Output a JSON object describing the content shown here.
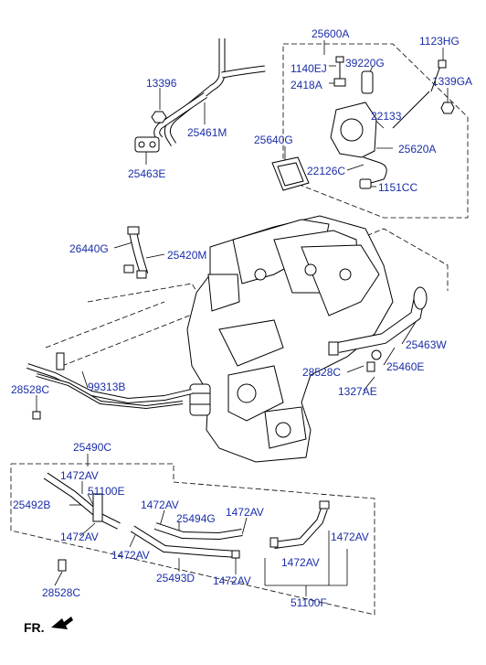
{
  "labels": {
    "p25600A": "25600A",
    "p1123HG": "1123HG",
    "p1140EJ": "1140EJ",
    "p39220G": "39220G",
    "p2418A": "2418A",
    "p1339GA": "1339GA",
    "p13396": "13396",
    "p25461M": "25461M",
    "p22133": "22133",
    "p25640G": "25640G",
    "p25620A": "25620A",
    "p22126C": "22126C",
    "p1151CC": "1151CC",
    "p25463E": "25463E",
    "p26440G": "26440G",
    "p25420M": "25420M",
    "p25463W": "25463W",
    "p28528C_a": "28528C",
    "p25460E": "25460E",
    "p1327AE": "1327AE",
    "p28528C_b": "28528C",
    "p99313B": "99313B",
    "p25490C": "25490C",
    "p1472AV_1": "1472AV",
    "p25492B": "25492B",
    "p51100E": "51100E",
    "p1472AV_2": "1472AV",
    "p25494G": "25494G",
    "p1472AV_3": "1472AV",
    "p1472AV_4": "1472AV",
    "p1472AV_5": "1472AV",
    "p1472AV_6": "1472AV",
    "p1472AV_7": "1472AV",
    "p25493D": "25493D",
    "p1472AV_8": "1472AV",
    "p28528C_c": "28528C",
    "p51100F": "51100F"
  },
  "direction_marker": "FR.",
  "colors": {
    "label": "#1a2ea8",
    "line": "#000000"
  }
}
